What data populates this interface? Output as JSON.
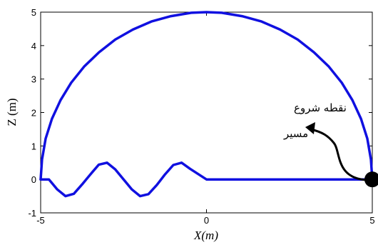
{
  "chart_data": {
    "type": "line",
    "xlabel": "X(m)",
    "ylabel": "Z (m)",
    "xlim": [
      -5,
      5
    ],
    "ylim": [
      -1,
      5
    ],
    "xticks": [
      "-5",
      "0",
      "5"
    ],
    "yticks": [
      "-1",
      "0",
      "1",
      "2",
      "3",
      "4",
      "5"
    ],
    "grid": false,
    "annotation": {
      "line1": "نقطه شروع",
      "line2": "مسیر"
    },
    "series": [
      {
        "color": "#1010e0",
        "x": [
          5.0,
          4.5,
          4.0,
          3.5,
          3.0,
          2.5,
          2.0,
          1.5,
          1.0,
          0.5,
          0.0,
          -0.5,
          -0.75,
          -1.0,
          -1.25,
          -1.5,
          -1.75,
          -2.0,
          -2.25,
          -2.5,
          -2.75,
          -3.0,
          -3.25,
          -3.5,
          -3.75,
          -4.0,
          -4.25,
          -4.5,
          -4.75,
          -5.0
        ],
        "y": [
          0.0,
          0.0,
          0.0,
          0.0,
          0.0,
          0.0,
          0.0,
          0.0,
          0.0,
          0.0,
          0.0,
          0.32,
          0.5,
          0.43,
          0.15,
          -0.17,
          -0.44,
          -0.5,
          -0.3,
          0.0,
          0.3,
          0.5,
          0.44,
          0.15,
          -0.15,
          -0.43,
          -0.5,
          -0.3,
          0.0,
          0.0
        ]
      },
      {
        "color": "#1010e0",
        "x": [
          -5.0,
          -4.96,
          -4.85,
          -4.66,
          -4.4,
          -4.08,
          -3.69,
          -3.24,
          -2.75,
          -2.22,
          -1.66,
          -1.07,
          -0.46,
          0.0,
          0.46,
          1.07,
          1.66,
          2.22,
          2.75,
          3.24,
          3.69,
          4.08,
          4.4,
          4.66,
          4.85,
          4.96,
          5.0
        ],
        "y": [
          0.0,
          0.59,
          1.22,
          1.81,
          2.37,
          2.89,
          3.37,
          3.8,
          4.18,
          4.48,
          4.72,
          4.88,
          4.98,
          5.0,
          4.98,
          4.88,
          4.72,
          4.48,
          4.18,
          3.8,
          3.37,
          2.89,
          2.37,
          1.81,
          1.22,
          0.59,
          0.0
        ]
      }
    ],
    "start_point": {
      "x": 5.0,
      "y": 0.0
    }
  }
}
